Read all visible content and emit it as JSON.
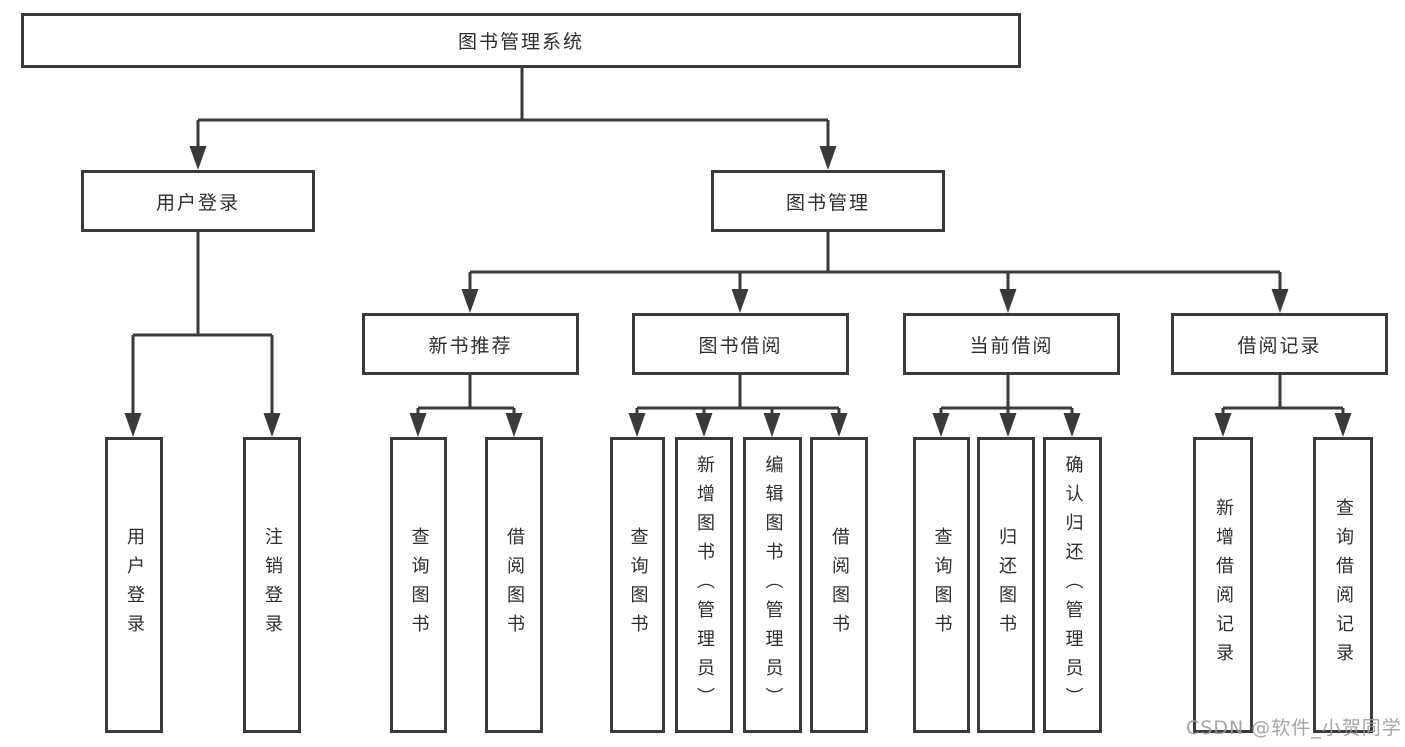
{
  "diagram": {
    "type": "hierarchy-tree",
    "colors": {
      "border": "#3a3a3a",
      "line": "#3a3a3a",
      "text": "#2e2e2e",
      "background": "#ffffff",
      "watermark": "#9a9aa0"
    },
    "tree": {
      "label": "图书管理系统",
      "children": [
        {
          "label": "用户登录",
          "children": [
            {
              "label": "用户登录"
            },
            {
              "label": "注销登录"
            }
          ]
        },
        {
          "label": "图书管理",
          "children": [
            {
              "label": "新书推荐",
              "children": [
                {
                  "label": "查询图书"
                },
                {
                  "label": "借阅图书"
                }
              ]
            },
            {
              "label": "图书借阅",
              "children": [
                {
                  "label": "查询图书"
                },
                {
                  "label": "新增图书（管理员）"
                },
                {
                  "label": "编辑图书（管理员）"
                },
                {
                  "label": "借阅图书"
                }
              ]
            },
            {
              "label": "当前借阅",
              "children": [
                {
                  "label": "查询图书"
                },
                {
                  "label": "归还图书"
                },
                {
                  "label": "确认归还（管理员）"
                }
              ]
            },
            {
              "label": "借阅记录",
              "children": [
                {
                  "label": "新增借阅记录"
                },
                {
                  "label": "查询借阅记录"
                }
              ]
            }
          ]
        }
      ]
    }
  },
  "watermark": {
    "text": "CSDN @软件_小贺同学"
  }
}
